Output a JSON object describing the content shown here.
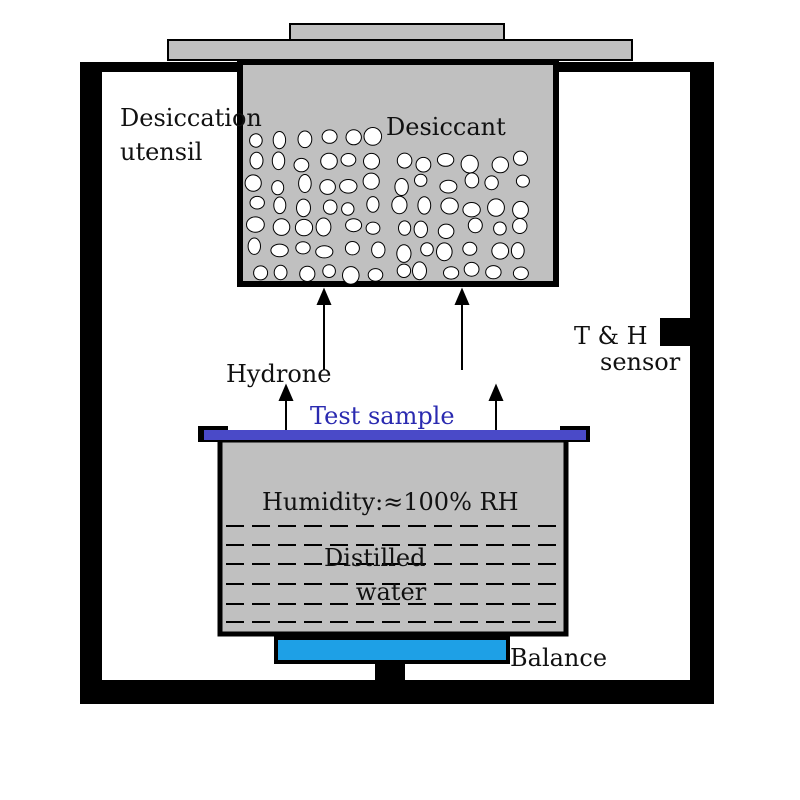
{
  "labels": {
    "desiccation_utensil_line1": "Desiccation",
    "desiccation_utensil_line2": "utensil",
    "desiccant": "Desiccant",
    "th_sensor_line1": "T & H",
    "th_sensor_line2": "sensor",
    "hydrone": "Hydrone",
    "test_sample": "Test sample",
    "humidity": "Humidity:≈100% RH",
    "distilled_water_line1": "Distilled",
    "distilled_water_line2": "water",
    "balance": "Balance"
  },
  "colors": {
    "chamber_wall": "#000000",
    "gray_fill": "#c0c0c0",
    "test_sample_bar": "#4a4ac8",
    "balance_plate": "#1ea0e6",
    "test_sample_text": "#2a2ab0"
  }
}
